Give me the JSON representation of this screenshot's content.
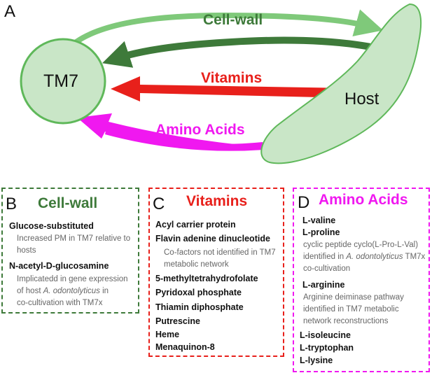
{
  "panel_a": {
    "letter": "A",
    "tm7_label": "TM7",
    "host_label": "Host",
    "arrow_cellwall": "Cell-wall",
    "arrow_vitamins": "Vitamins",
    "arrow_aminoacids": "Amino Acids",
    "colors": {
      "cellwall_light": "#7fc97a",
      "cellwall_dark": "#3e7a3a",
      "vitamins": "#e8201b",
      "aminoacids": "#f018f0",
      "node_fill": "#c9e6c7",
      "node_stroke": "#5fb85a"
    }
  },
  "panel_b": {
    "letter": "B",
    "title": "Cell-wall",
    "color": "#3e7a3a",
    "item1": "Glucose-substituted",
    "note1": "Increased PM in TM7 relative to hosts",
    "item2": "N-acetyl-D-glucosamine",
    "note2_a": "Implicatedd in gene expression",
    "note2_b_pre": "of host ",
    "note2_b_it": "A. odontolyticus",
    "note2_b_post": " in",
    "note2_c": "co-cultivation with TM7x"
  },
  "panel_c": {
    "letter": "C",
    "title": "Vitamins",
    "color": "#e8201b",
    "item1": "Acyl carrier protein",
    "item2": "Flavin adenine dinucleotide",
    "note1_a": "Co-factors not identified in TM7",
    "note1_b": "metabolic network",
    "item3": "5-methyltetrahydrofolate",
    "item4": "Pyridoxal phosphate",
    "item5": "Thiamin diphosphate",
    "item6": "Putrescine",
    "item7": "Heme",
    "item8": "Menaquinon-8"
  },
  "panel_d": {
    "letter": "D",
    "title": "Amino Acids",
    "color": "#f018f0",
    "item1": "L-valine",
    "item2": "L-proline",
    "note1_a": "cyclic peptide cyclo(L-Pro-L-Val)",
    "note1_b_pre": "identified in ",
    "note1_b_it": "A. odontolyticus",
    "note1_b_post": " TM7x",
    "note1_c": "co-cultivation",
    "item3": "L-arginine",
    "note2_a": "Arginine deiminase pathway",
    "note2_b": "identified in TM7 metabolic",
    "note2_c": "network reconstructions",
    "item4": "L-isoleucine",
    "item5": "L-tryptophan",
    "item6": "L-lysine"
  }
}
